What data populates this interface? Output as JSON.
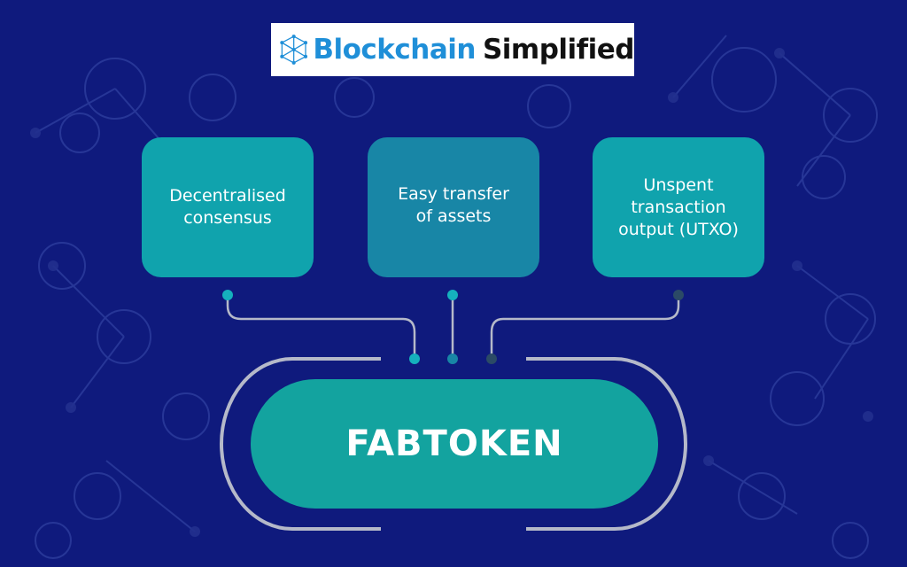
{
  "brand": {
    "word1": "Blockchain",
    "word2": "Simplified",
    "icon": "network-cube-icon"
  },
  "cards": [
    {
      "label": "Decentralised\nconsensus"
    },
    {
      "label": "Easy transfer\nof assets"
    },
    {
      "label": "Unspent\ntransaction\noutput (UTXO)"
    }
  ],
  "center": {
    "label": "FABTOKEN"
  },
  "colors": {
    "background": "#0f1a7d",
    "card_teal": "#10a3ad",
    "card_blue": "#1886a6",
    "pill": "#13a39f",
    "connector": "#b5b9c9"
  }
}
